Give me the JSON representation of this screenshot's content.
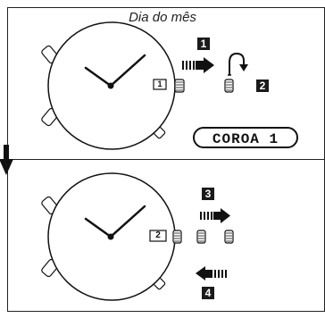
{
  "caption": "Dia do mês",
  "crown_label": "COROA 1",
  "steps": {
    "one": "1",
    "two": "2",
    "three": "3",
    "four": "4"
  },
  "top_watch": {
    "date_value": "1"
  },
  "bottom_watch": {
    "date_value": "2"
  },
  "colors": {
    "ink": "#111111",
    "paper": "#ffffff"
  }
}
